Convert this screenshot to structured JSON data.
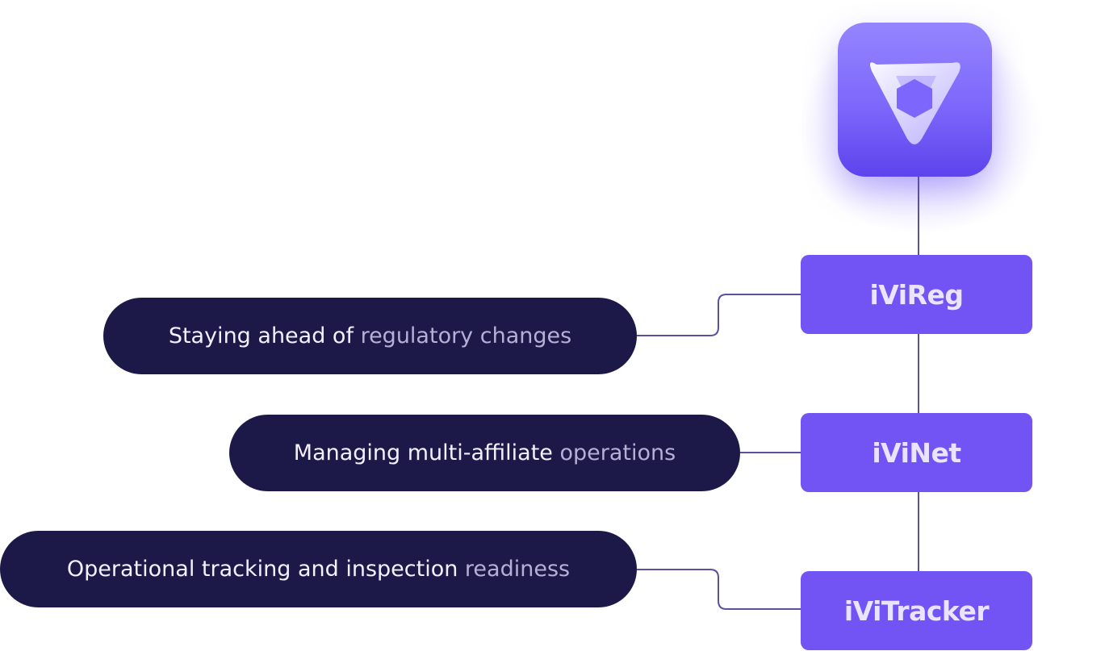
{
  "logo": {
    "icon": "ivi-triangle-logo-icon"
  },
  "products": [
    {
      "name": "iViReg"
    },
    {
      "name": "iViNet"
    },
    {
      "name": "iViTracker"
    }
  ],
  "challenges": [
    {
      "text_strong": "Staying ahead of",
      "text_soft": "regulatory changes"
    },
    {
      "text_strong": "Managing multi-affiliate",
      "text_soft": "operations"
    },
    {
      "text_strong": "Operational tracking and inspection",
      "text_soft": "readiness"
    }
  ],
  "colors": {
    "product_fill": "#7254f5",
    "pill_fill": "#1c1948",
    "connector": "#5a52a0",
    "icon_gradient_top": "#9585ff",
    "icon_gradient_bottom": "#5d43ec"
  }
}
